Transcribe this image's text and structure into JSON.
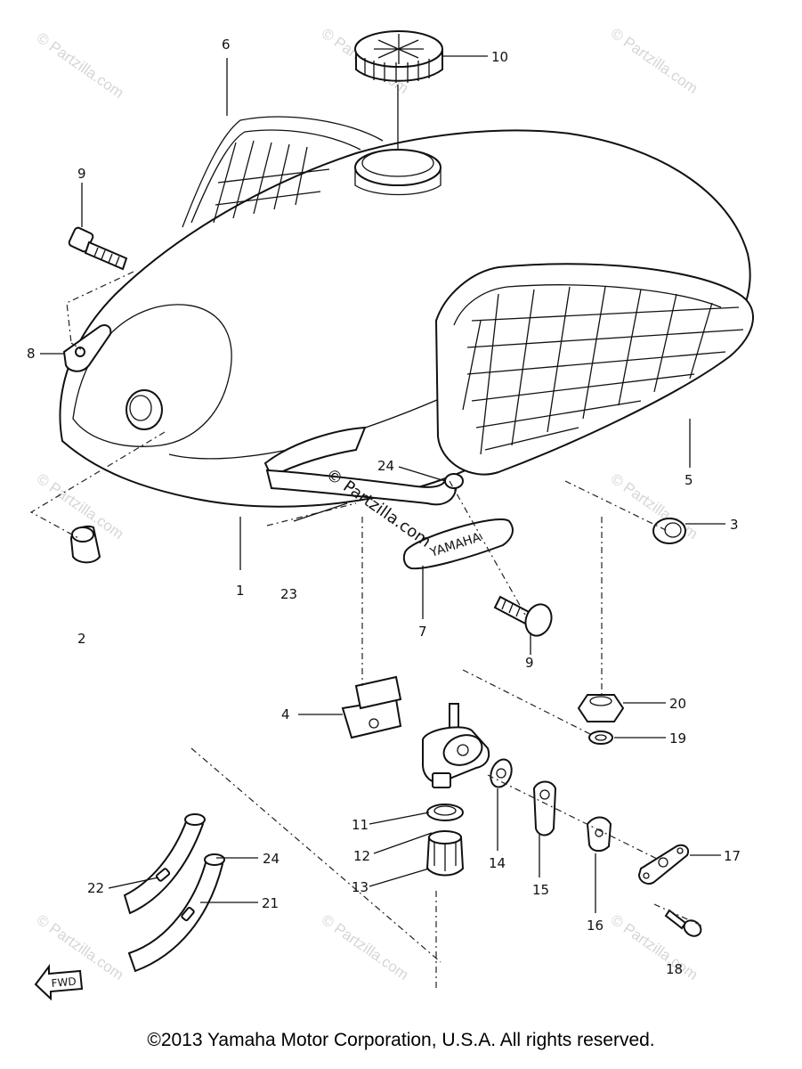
{
  "callouts": {
    "c1": "1",
    "c2": "2",
    "c3": "3",
    "c4": "4",
    "c5": "5",
    "c6": "6",
    "c7": "7",
    "c8": "8",
    "c9a": "9",
    "c9b": "9",
    "c10": "10",
    "c11": "11",
    "c12": "12",
    "c13": "13",
    "c14": "14",
    "c15": "15",
    "c16": "16",
    "c17": "17",
    "c18": "18",
    "c19": "19",
    "c20": "20",
    "c21": "21",
    "c22": "22",
    "c23": "23",
    "c24a": "24",
    "c24b": "24"
  },
  "emblem_text": "YAMAHA",
  "fwd_text": "FWD",
  "watermark": "© Partzilla.com",
  "center_watermark": "© Partzilla.com",
  "copyright": "©2013  Yamaha Motor Corporation, U.S.A. All rights reserved."
}
